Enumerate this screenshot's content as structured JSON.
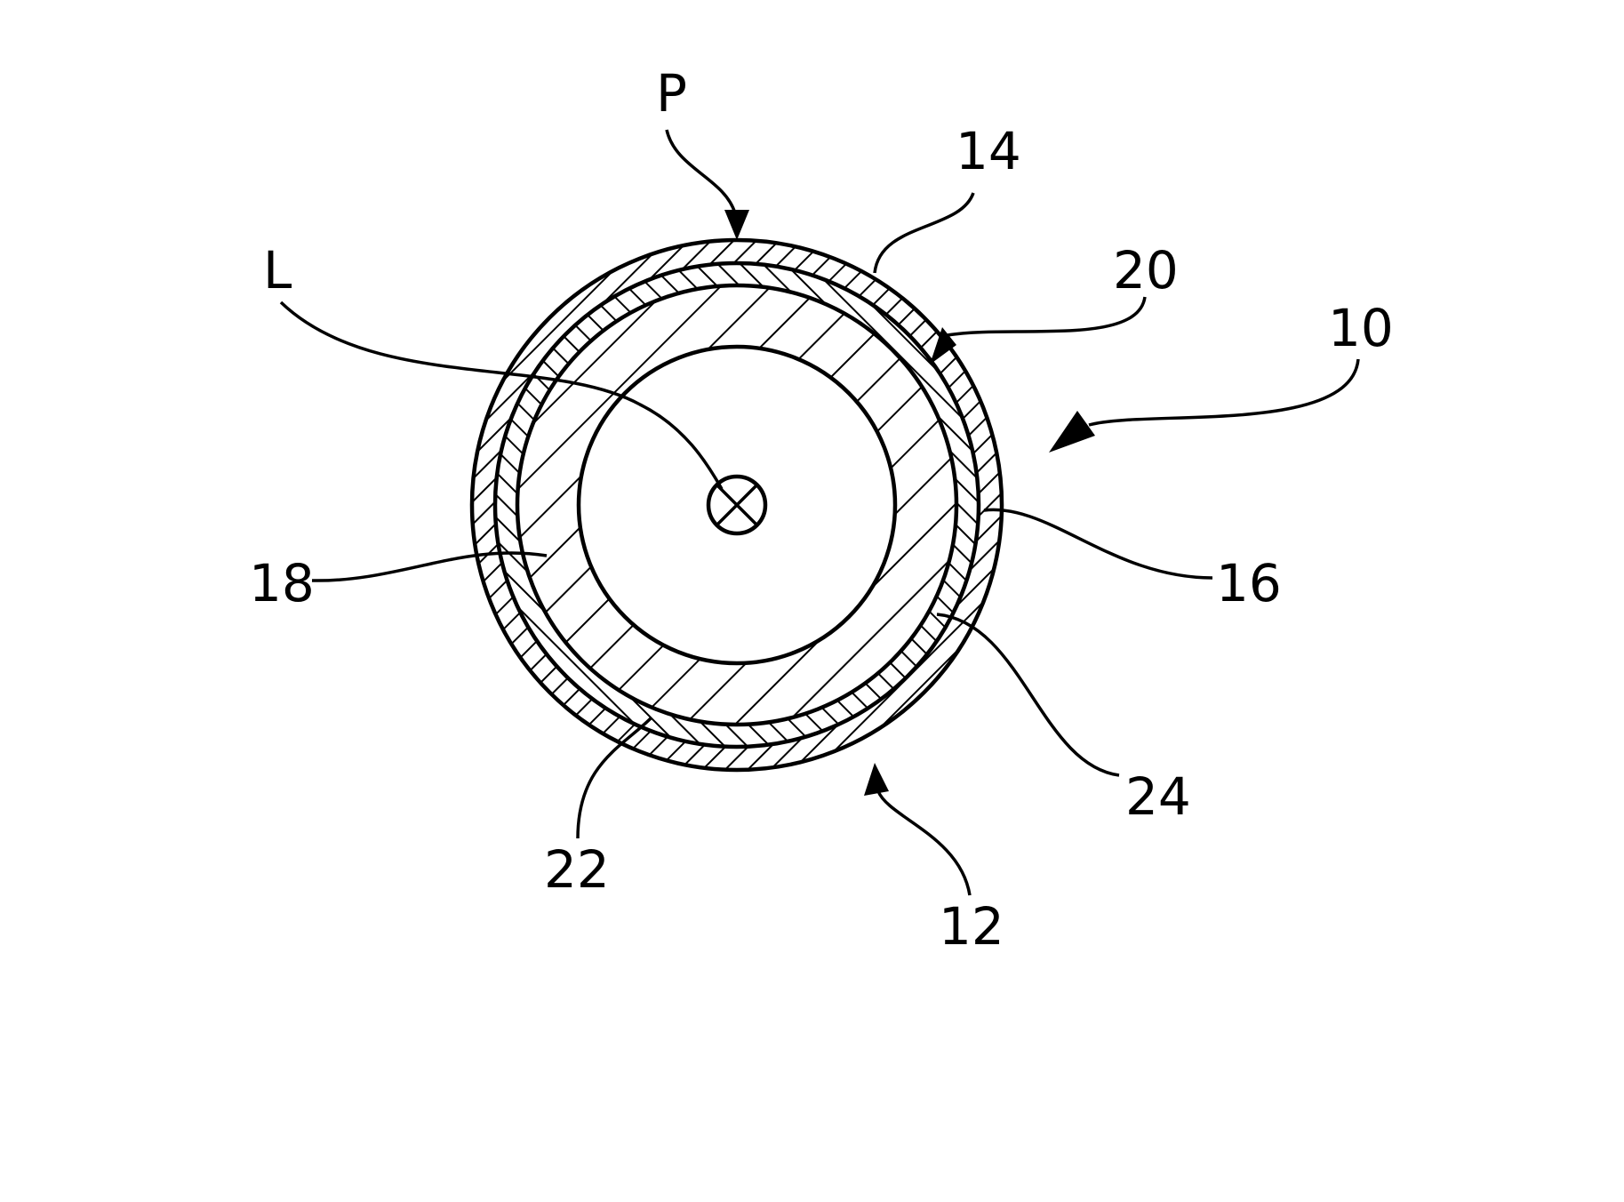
{
  "figure": {
    "labels": {
      "P": "P",
      "L": "L",
      "n10": "10",
      "n12": "12",
      "n14": "14",
      "n16": "16",
      "n18": "18",
      "n20": "20",
      "n22": "22",
      "n24": "24"
    },
    "colors": {
      "ink": "#000000",
      "paper": "#ffffff"
    }
  }
}
